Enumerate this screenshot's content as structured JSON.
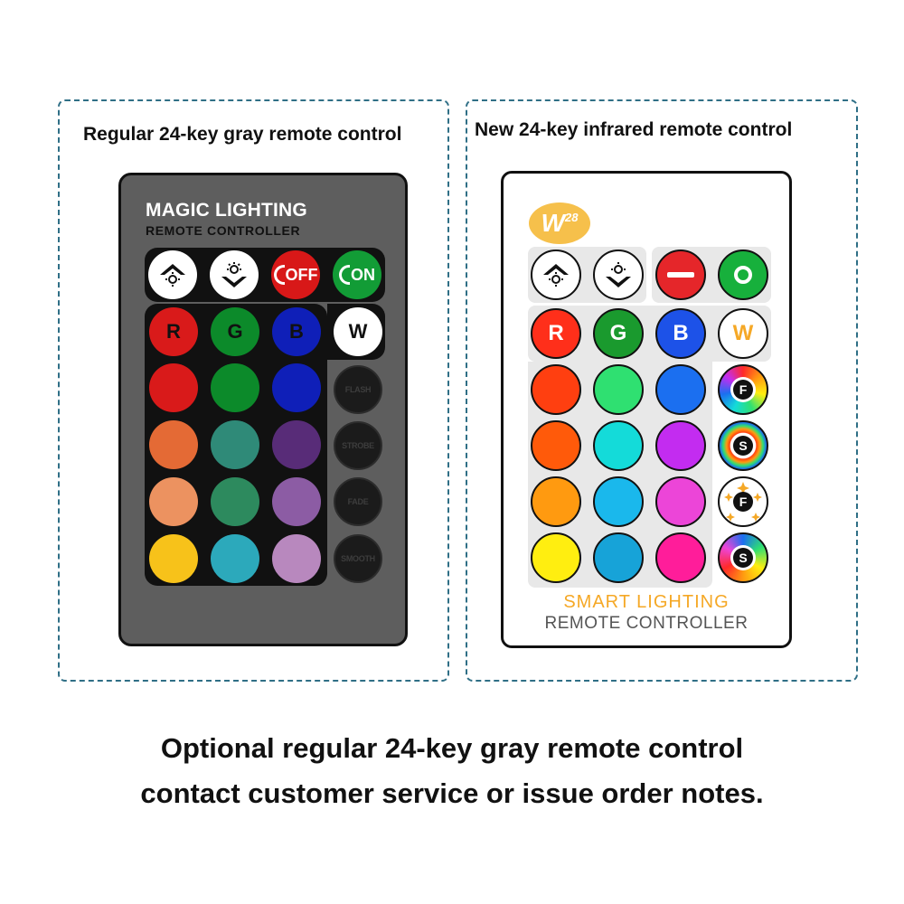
{
  "left_panel": {
    "title": "Regular 24-key gray remote control",
    "remote": {
      "brand": "MAGIC LIGHTING",
      "sub": "REMOTE CONTROLLER",
      "on_label": "ON",
      "off_label": "OFF",
      "rgbw": [
        "R",
        "G",
        "B",
        "W"
      ],
      "mode_buttons": [
        "FLASH",
        "STROBE",
        "FADE",
        "SMOOTH"
      ]
    }
  },
  "right_panel": {
    "title": "New 24-key infrared remote control",
    "remote": {
      "logo_letter": "W",
      "logo_number": "28",
      "brand": "SMART LIGHTING",
      "sub": "REMOTE CONTROLLER",
      "rgbw": [
        "R",
        "G",
        "B",
        "W"
      ],
      "mode_letters": [
        "F",
        "S",
        "F",
        "S"
      ]
    }
  },
  "caption": {
    "line1": "Optional regular 24-key gray remote control",
    "line2": "contact customer service or issue order notes."
  },
  "colors": {
    "gray_remote_body": "#5e5e5e",
    "gray_grid": [
      [
        "#d91a1a",
        "#0c8a2a",
        "#0f1fb8"
      ],
      [
        "#e46a35",
        "#2f8a78",
        "#582c78"
      ],
      [
        "#ec9260",
        "#2d8a5e",
        "#8c5ca4"
      ],
      [
        "#f7c21a",
        "#2ca9bb",
        "#b888be"
      ]
    ],
    "white_grid": [
      [
        "#ff3f10",
        "#2fe071",
        "#1b6ff0"
      ],
      [
        "#ff5a0a",
        "#14dbd9",
        "#c32cf0"
      ],
      [
        "#ff9a10",
        "#1ab8ec",
        "#ec45d8"
      ],
      [
        "#ffee10",
        "#17a3d8",
        "#ff1d9a"
      ]
    ],
    "accent_orange": "#f5a826",
    "frame_border": "#2f6f86"
  }
}
